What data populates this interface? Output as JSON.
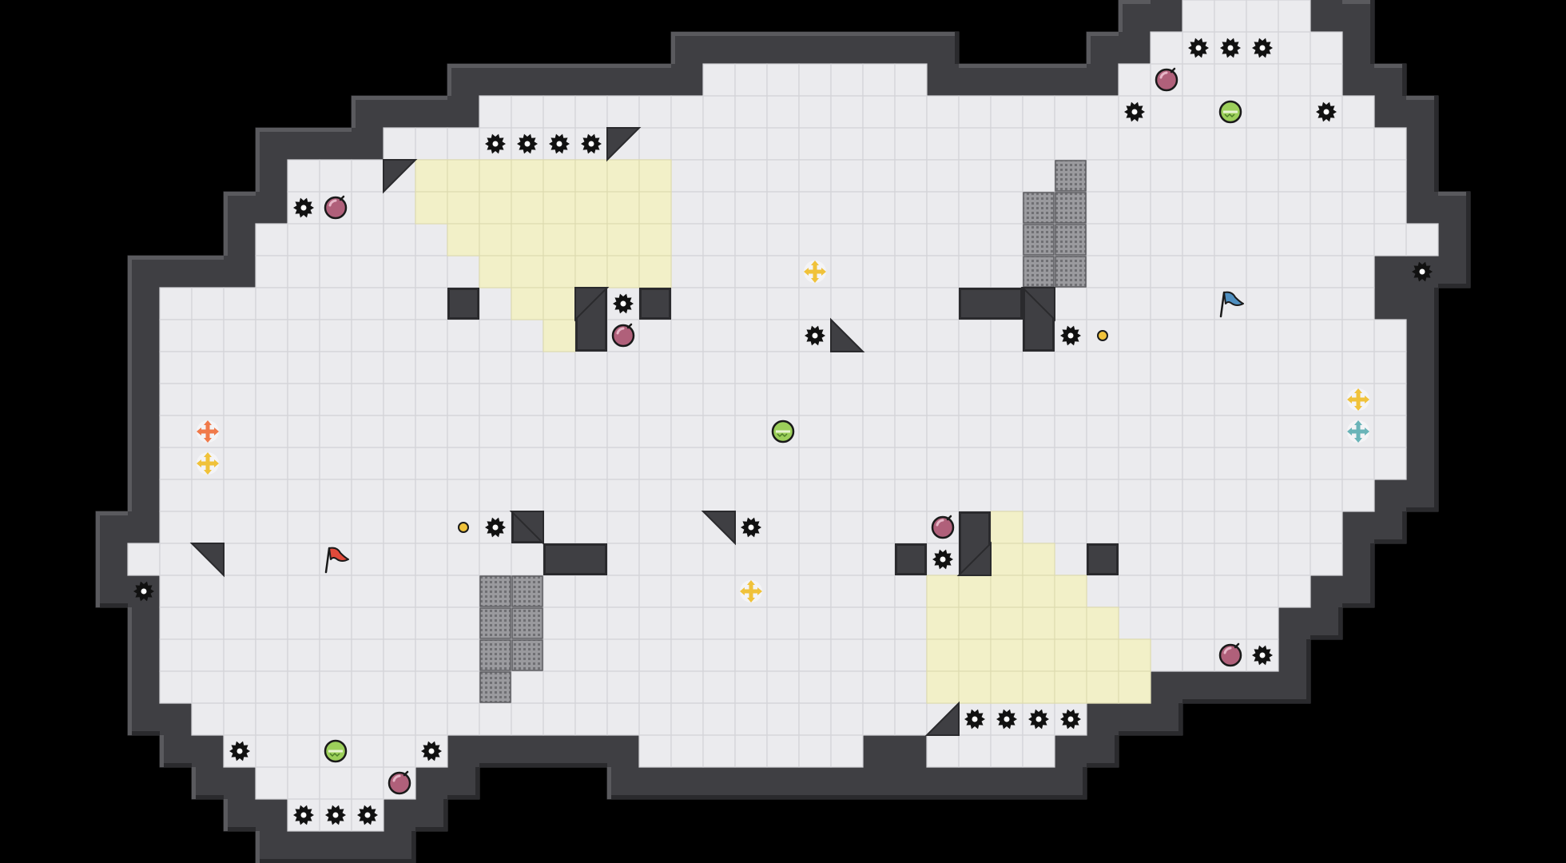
{
  "game": {
    "grid": {
      "cols": 49,
      "rows": 27
    },
    "colors": {
      "background": "#000000",
      "floor": "#ebebee",
      "floor_line": "#d3d3d7",
      "wall": "#3f3f43",
      "wall_edge": "#2a2a2d",
      "wall_rim": "#5a5a5e",
      "zone": "#f2f0c8",
      "zone_line": "#dedbb0",
      "grate": "#8a8a8e",
      "spike": "#111111",
      "bomb": "#b0607a",
      "plate": "#9ccf5a",
      "flag_red": "#e04a3a",
      "flag_blue": "#4f8fc0",
      "cross_gold": "#f0c23a",
      "cross_orange": "#f07a4a",
      "cross_teal": "#6ab4b8",
      "coin": "#f0c23a"
    },
    "floor_rows": [
      [
        [
          37,
          40
        ]
      ],
      [
        [
          36,
          41
        ]
      ],
      [
        [
          22,
          28
        ],
        [
          35,
          41
        ]
      ],
      [
        [
          15,
          18
        ],
        [
          15,
          42
        ]
      ],
      [
        [
          12,
          43
        ]
      ],
      [
        [
          9,
          43
        ]
      ],
      [
        [
          9,
          43
        ]
      ],
      [
        [
          8,
          44
        ]
      ],
      [
        [
          8,
          42
        ]
      ],
      [
        [
          5,
          42
        ]
      ],
      [
        [
          5,
          43
        ]
      ],
      [
        [
          5,
          43
        ]
      ],
      [
        [
          5,
          43
        ]
      ],
      [
        [
          5,
          43
        ]
      ],
      [
        [
          5,
          43
        ]
      ],
      [
        [
          5,
          42
        ]
      ],
      [
        [
          5,
          41
        ]
      ],
      [
        [
          4,
          41
        ]
      ],
      [
        [
          5,
          40
        ]
      ],
      [
        [
          5,
          39
        ]
      ],
      [
        [
          5,
          39
        ]
      ],
      [
        [
          5,
          35
        ]
      ],
      [
        [
          6,
          33
        ]
      ],
      [
        [
          7,
          13
        ],
        [
          20,
          26
        ],
        [
          29,
          32
        ]
      ],
      [
        [
          8,
          12
        ]
      ],
      [
        [
          9,
          11
        ]
      ]
    ],
    "zones": [
      [
        13,
        5,
        20,
        5
      ],
      [
        13,
        6,
        20,
        6
      ],
      [
        14,
        7,
        20,
        7
      ],
      [
        15,
        8,
        20,
        8
      ],
      [
        16,
        9,
        17,
        9
      ],
      [
        17,
        10,
        17,
        10
      ],
      [
        31,
        16,
        31,
        16
      ],
      [
        31,
        17,
        32,
        17
      ],
      [
        29,
        18,
        33,
        18
      ],
      [
        29,
        19,
        34,
        19
      ],
      [
        29,
        20,
        35,
        20
      ],
      [
        29,
        21,
        35,
        21
      ]
    ],
    "grates": [
      [
        33,
        5,
        33,
        5
      ],
      [
        32,
        6,
        33,
        6
      ],
      [
        32,
        7,
        33,
        7
      ],
      [
        32,
        8,
        33,
        8
      ],
      [
        15,
        18,
        16,
        18
      ],
      [
        15,
        19,
        16,
        19
      ],
      [
        15,
        20,
        16,
        20
      ],
      [
        15,
        21,
        15,
        21
      ]
    ],
    "inner_walls": [
      [
        14,
        9,
        14,
        9
      ],
      [
        20,
        9,
        20,
        9
      ],
      [
        18,
        9,
        18,
        10
      ],
      [
        30,
        9,
        31,
        9
      ],
      [
        32,
        9,
        32,
        10
      ],
      [
        16,
        16,
        16,
        16
      ],
      [
        17,
        17,
        18,
        17
      ],
      [
        30,
        16,
        30,
        17
      ],
      [
        28,
        17,
        28,
        17
      ],
      [
        34,
        17,
        34,
        17
      ]
    ],
    "slopes": [
      [
        12,
        5,
        "tl"
      ],
      [
        19,
        4,
        "tl"
      ],
      [
        18,
        9,
        "tl"
      ],
      [
        26,
        10,
        "bl"
      ],
      [
        32,
        9,
        "tr"
      ],
      [
        6,
        17,
        "tr"
      ],
      [
        16,
        16,
        "tr"
      ],
      [
        22,
        16,
        "tr"
      ],
      [
        30,
        17,
        "br"
      ],
      [
        29,
        22,
        "br"
      ]
    ],
    "spikes": [
      [
        37,
        1
      ],
      [
        38,
        1
      ],
      [
        39,
        1
      ],
      [
        15,
        4
      ],
      [
        16,
        4
      ],
      [
        17,
        4
      ],
      [
        18,
        4
      ],
      [
        35,
        3
      ],
      [
        41,
        3
      ],
      [
        9,
        6
      ],
      [
        44,
        8
      ],
      [
        19,
        9
      ],
      [
        25,
        10
      ],
      [
        33,
        10
      ],
      [
        15,
        16
      ],
      [
        23,
        16
      ],
      [
        29,
        17
      ],
      [
        4,
        18
      ],
      [
        39,
        20
      ],
      [
        30,
        22
      ],
      [
        31,
        22
      ],
      [
        32,
        22
      ],
      [
        33,
        22
      ],
      [
        7,
        23
      ],
      [
        13,
        23
      ],
      [
        9,
        25
      ],
      [
        10,
        25
      ],
      [
        11,
        25
      ]
    ],
    "bombs": [
      [
        36,
        2
      ],
      [
        10,
        6
      ],
      [
        19,
        10
      ],
      [
        29,
        16
      ],
      [
        38,
        20
      ],
      [
        12,
        24
      ]
    ],
    "plates": [
      [
        38,
        3
      ],
      [
        24,
        13
      ],
      [
        10,
        23
      ]
    ],
    "coins": [
      [
        34,
        10
      ],
      [
        14,
        16
      ]
    ],
    "crosses": [
      [
        25,
        8,
        "gold"
      ],
      [
        42,
        12,
        "gold"
      ],
      [
        42,
        13,
        "teal"
      ],
      [
        6,
        13,
        "orange"
      ],
      [
        6,
        14,
        "gold"
      ],
      [
        23,
        18,
        "gold"
      ]
    ],
    "flags": [
      [
        38,
        9,
        "blue"
      ],
      [
        10,
        17,
        "red"
      ]
    ]
  }
}
